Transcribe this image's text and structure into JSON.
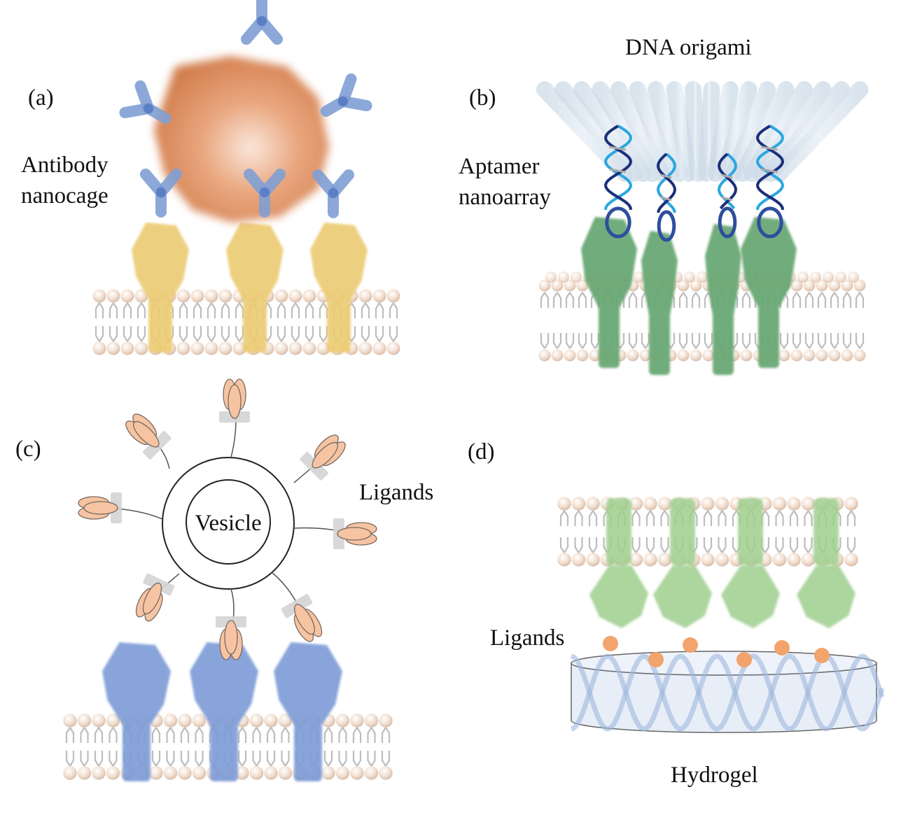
{
  "figure": {
    "panels": [
      {
        "id": "a",
        "panel_label": "(a)",
        "labels": [
          "Antibody",
          "nanocage"
        ],
        "receptor_count": 3,
        "antibody_count": 6,
        "colors": {
          "nanocage": "#d98a5c",
          "antibody": "#7f9ed4",
          "receptor": "#eccb72",
          "lipid_head": "#f2dfd0",
          "lipid_tail": "#bcbcbc"
        }
      },
      {
        "id": "b",
        "panel_label": "(b)",
        "top_label": "DNA origami",
        "labels": [
          "Aptamer",
          "nanoarray"
        ],
        "aptamer_count": 4,
        "receptor_count": 4,
        "colors": {
          "origami": "#d9e6f0",
          "dna_light": "#2aa7e0",
          "dna_dark": "#1b2f7a",
          "dna_mid": "#2e4f9e",
          "receptor": "#6aa874"
        }
      },
      {
        "id": "c",
        "panel_label": "(c)",
        "center_label": "Vesicle",
        "side_label": "Ligands",
        "ligand_count": 8,
        "receptor_count": 3,
        "colors": {
          "ligand": "#f6c4a2",
          "ligand_stroke": "#7a6a60",
          "anchor": "#d4d4d4",
          "receptor": "#7c9bd6"
        }
      },
      {
        "id": "d",
        "panel_label": "(d)",
        "side_label": "Ligands",
        "bottom_label": "Hydrogel",
        "ligand_dot_count": 6,
        "receptor_count": 4,
        "colors": {
          "ligand_dot": "#f2a46c",
          "hydrogel_fill": "#e8eef8",
          "hydrogel_strand": "#9fb7dc",
          "receptor": "#9fcf8e"
        }
      }
    ]
  }
}
